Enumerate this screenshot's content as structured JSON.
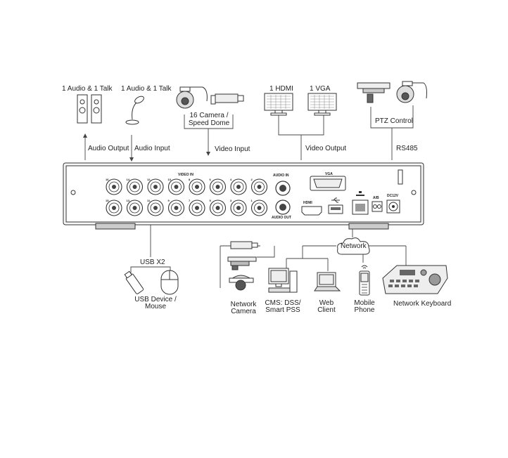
{
  "labels": {
    "audio_talk_speaker": "1 Audio  & 1 Talk",
    "audio_talk_mic": "1 Audio & 1 Talk",
    "camera_line1": "16 Camera /",
    "camera_line2": "Speed Dome",
    "hdmi": "1 HDMI",
    "vga": "1 VGA",
    "ptz_control": "PTZ Control",
    "audio_output": "Audio  Output",
    "audio_input": "Audio  Input",
    "video_input": "Video Input",
    "video_output": "Video Output",
    "rs485": "RS485",
    "usb_x2": "USB X2",
    "usb_device_line1": "USB Device /",
    "usb_device_line2": "Mouse",
    "network": "Network",
    "network_camera_line1": "Network",
    "network_camera_line2": "Camera",
    "cms_line1": "CMS: DSS/",
    "cms_line2": "Smart PSS",
    "web_client_line1": "Web",
    "web_client_line2": "Client",
    "mobile_phone_line1": "Mobile",
    "mobile_phone_line2": "Phone",
    "network_keyboard": "Network Keyboard"
  },
  "panel": {
    "video_in": "VIDEO IN",
    "audio_in": "AUDIO IN",
    "audio_out": "AUDIO OUT",
    "vga_port": "VGA",
    "hdmi_port": "HDMI",
    "ab_port": "A/B",
    "power_port": "DC12V",
    "bnc_top": [
      "16",
      "14",
      "12",
      "10",
      "8",
      "6",
      "4",
      "2"
    ],
    "bnc_bottom": [
      "15",
      "13",
      "11",
      "9",
      "7",
      "5",
      "3",
      "1"
    ]
  }
}
